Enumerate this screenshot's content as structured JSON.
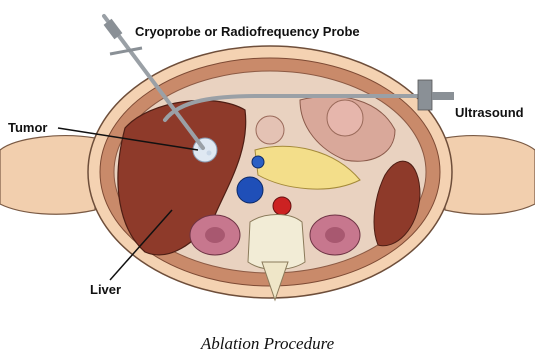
{
  "labels": {
    "probe": "Cryoprobe or Radiofrequency Probe",
    "ultrasound": "Ultrasound",
    "tumor": "Tumor",
    "liver": "Liver"
  },
  "caption": "Ablation Procedure",
  "colors": {
    "skin": "#f4d2b2",
    "muscle": "#c98a6a",
    "cavity": "#e9d2c0",
    "liver": "#8e3a2a",
    "tumor": "#dfe8f2",
    "kidney": "#c7778e",
    "vena_cava": "#1f4fb8",
    "aorta": "#cc2222",
    "fat": "#f3de8a",
    "instrument": "#9aa0a6"
  }
}
